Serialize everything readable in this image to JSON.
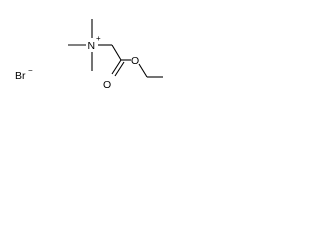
{
  "molecule": {
    "counterion": {
      "symbol": "Br",
      "charge": "−"
    },
    "nitrogen": {
      "symbol": "N",
      "charge": "+"
    },
    "carbonyl_oxygen": {
      "symbol": "O"
    },
    "ester_oxygen": {
      "symbol": "O"
    }
  },
  "colors": {
    "bond": "#000000",
    "text": "#000000",
    "background": "#ffffff"
  }
}
